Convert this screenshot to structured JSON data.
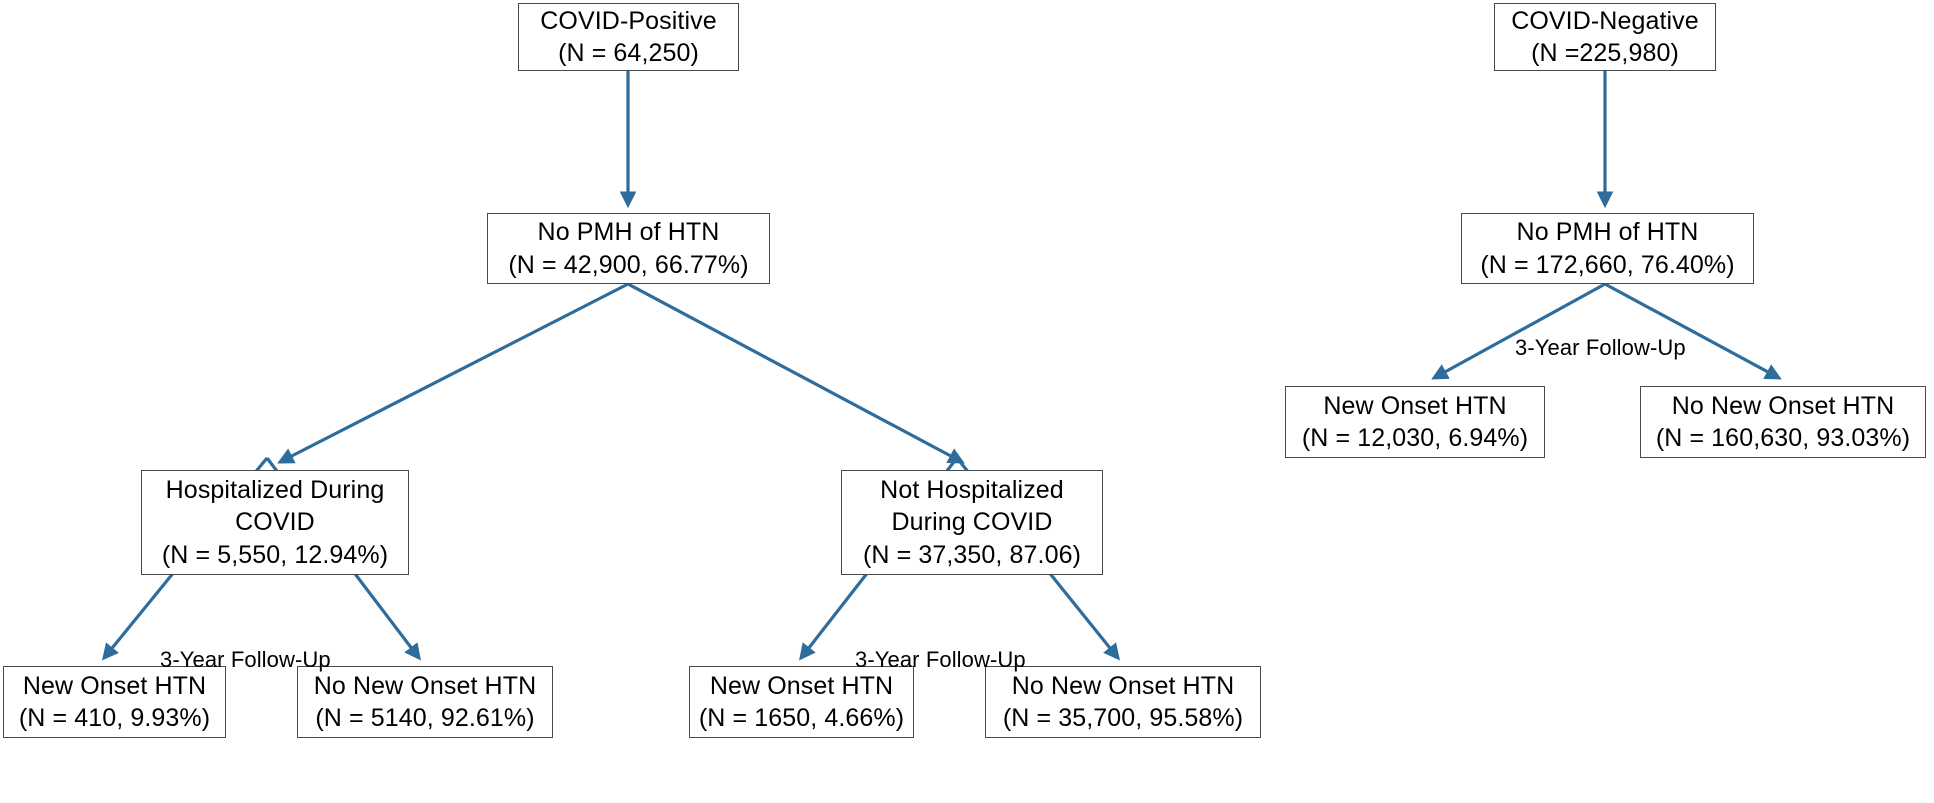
{
  "diagram": {
    "title": "COVID cohort hypertension follow-up flowchart",
    "arrow_color": "#2E6C9B",
    "box_border_color": "#4A4A4A",
    "text_color": "#000000",
    "background": "#FFFFFF"
  },
  "nodes": {
    "covid_positive": {
      "line1": "COVID-Positive",
      "line2": "(N = 64,250)"
    },
    "pos_no_pmh": {
      "line1": "No PMH of HTN",
      "line2": "(N = 42,900, 66.77%)"
    },
    "hospitalized": {
      "line1": "Hospitalized During",
      "line2": "COVID",
      "line3": "(N = 5,550, 12.94%)"
    },
    "not_hospitalized": {
      "line1": "Not Hospitalized",
      "line2": "During COVID",
      "line3": "(N = 37,350, 87.06)"
    },
    "hosp_new_onset": {
      "line1": "New Onset HTN",
      "line2": "(N = 410, 9.93%)"
    },
    "hosp_no_new_onset": {
      "line1": "No New Onset HTN",
      "line2": "(N = 5140, 92.61%)"
    },
    "nothosp_new_onset": {
      "line1": "New Onset HTN",
      "line2": "(N = 1650, 4.66%)"
    },
    "nothosp_no_new_onset": {
      "line1": "No New Onset HTN",
      "line2": "(N = 35,700, 95.58%)"
    },
    "covid_negative": {
      "line1": "COVID-Negative",
      "line2": "(N =225,980)"
    },
    "neg_no_pmh": {
      "line1": "No PMH of HTN",
      "line2": "(N = 172,660, 76.40%)"
    },
    "neg_new_onset": {
      "line1": "New Onset HTN",
      "line2": "(N = 12,030, 6.94%)"
    },
    "neg_no_new_onset": {
      "line1": "No New Onset HTN",
      "line2": "(N = 160,630, 93.03%)"
    }
  },
  "edge_labels": {
    "hosp_followup": "3-Year Follow-Up",
    "nothosp_followup": "3-Year Follow-Up",
    "neg_followup": "3-Year Follow-Up"
  },
  "chart_data": {
    "type": "diagram",
    "title": "COVID cohort hypertension flowchart",
    "cohorts": [
      {
        "name": "COVID-Positive",
        "n": 64250,
        "children": [
          {
            "name": "No PMH of HTN",
            "n": 42900,
            "pct": 66.77,
            "children": [
              {
                "name": "Hospitalized During COVID",
                "n": 5550,
                "pct": 12.94,
                "followup": "3-Year Follow-Up",
                "children": [
                  {
                    "name": "New Onset HTN",
                    "n": 410,
                    "pct": 9.93
                  },
                  {
                    "name": "No New Onset HTN",
                    "n": 5140,
                    "pct": 92.61
                  }
                ]
              },
              {
                "name": "Not Hospitalized During COVID",
                "n": 37350,
                "pct": 87.06,
                "followup": "3-Year Follow-Up",
                "children": [
                  {
                    "name": "New Onset HTN",
                    "n": 1650,
                    "pct": 4.66
                  },
                  {
                    "name": "No New Onset HTN",
                    "n": 35700,
                    "pct": 95.58
                  }
                ]
              }
            ]
          }
        ]
      },
      {
        "name": "COVID-Negative",
        "n": 225980,
        "children": [
          {
            "name": "No PMH of HTN",
            "n": 172660,
            "pct": 76.4,
            "followup": "3-Year Follow-Up",
            "children": [
              {
                "name": "New Onset HTN",
                "n": 12030,
                "pct": 6.94
              },
              {
                "name": "No New Onset HTN",
                "n": 160630,
                "pct": 93.03
              }
            ]
          }
        ]
      }
    ]
  }
}
